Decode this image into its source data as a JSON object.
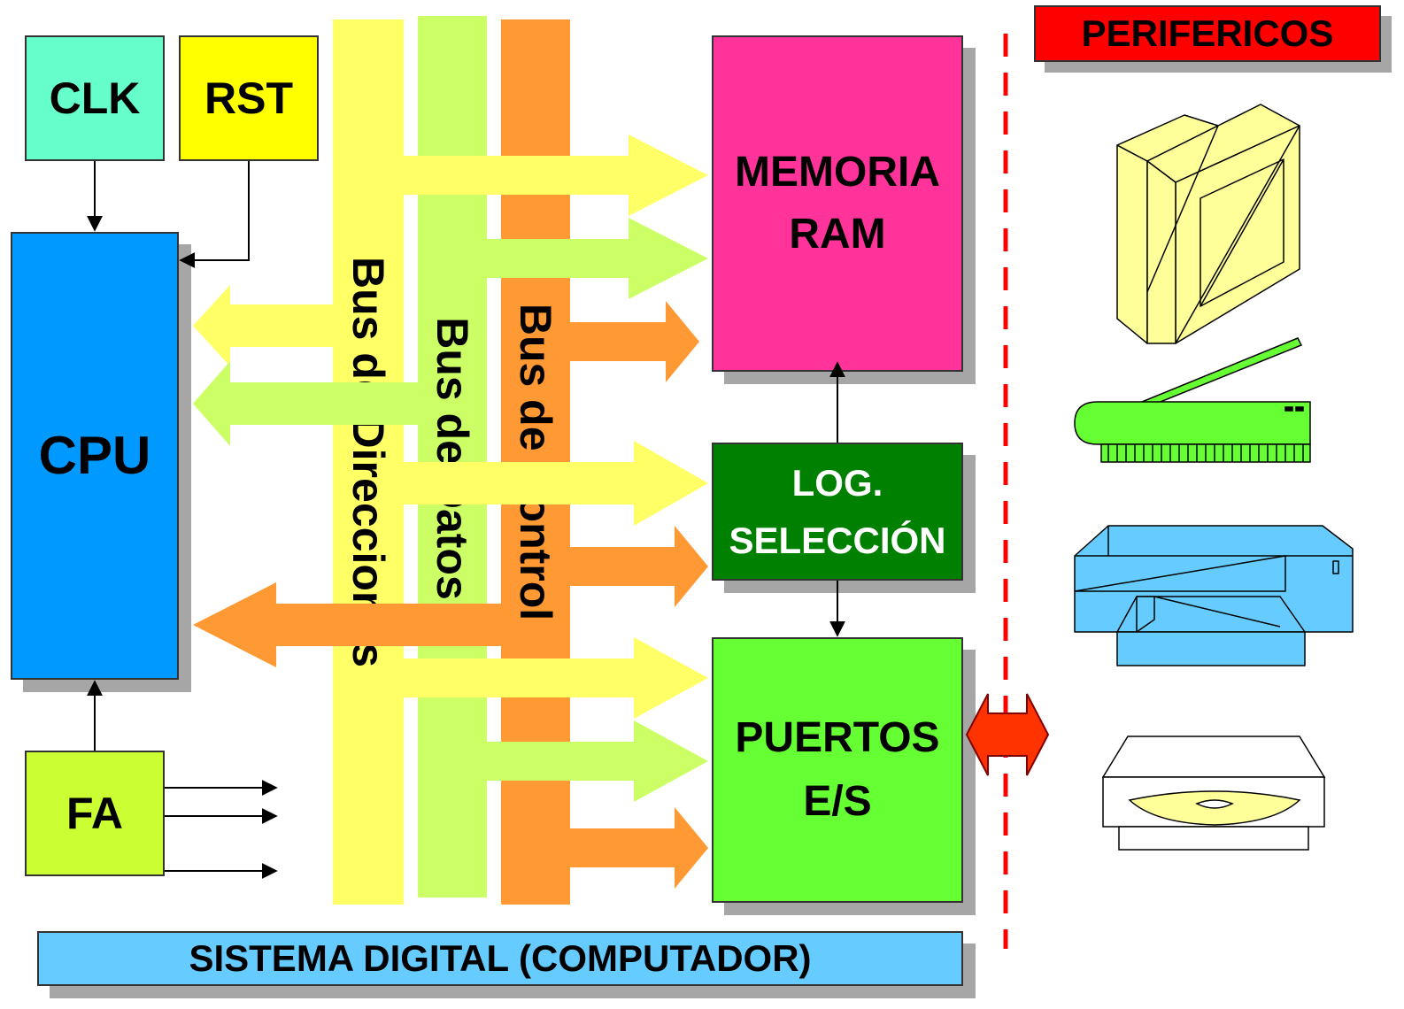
{
  "blocks": {
    "clk": "CLK",
    "rst": "RST",
    "cpu": "CPU",
    "fa": "FA",
    "memory_line1": "MEMORIA",
    "memory_line2": "RAM",
    "select_line1": "LOG.",
    "select_line2": "SELECCIÓN",
    "ports_line1": "PUERTOS",
    "ports_line2": "E/S"
  },
  "buses": {
    "address": "Bus de Direcciones",
    "data": "Bus de Datos",
    "control": "Bus de Control"
  },
  "footer": "SISTEMA DIGITAL (COMPUTADOR)",
  "peripherals_title": "PERIFERICOS",
  "colors": {
    "clk": "#66ffcc",
    "rst": "#ffff00",
    "cpu": "#0099ff",
    "fa": "#ccff33",
    "address_bus": "#ffff66",
    "data_bus": "#ccff66",
    "control_bus": "#ff9933",
    "memory": "#ff3399",
    "select": "#008000",
    "ports": "#66ff33",
    "footer": "#66ccff",
    "peripherals_title": "#ff0000",
    "divider": "#ff0000",
    "io_arrow": "#ff3300"
  },
  "peripheral_icons": [
    "computer-tower-icon",
    "scanner-icon",
    "printer-icon",
    "cd-drive-icon"
  ]
}
